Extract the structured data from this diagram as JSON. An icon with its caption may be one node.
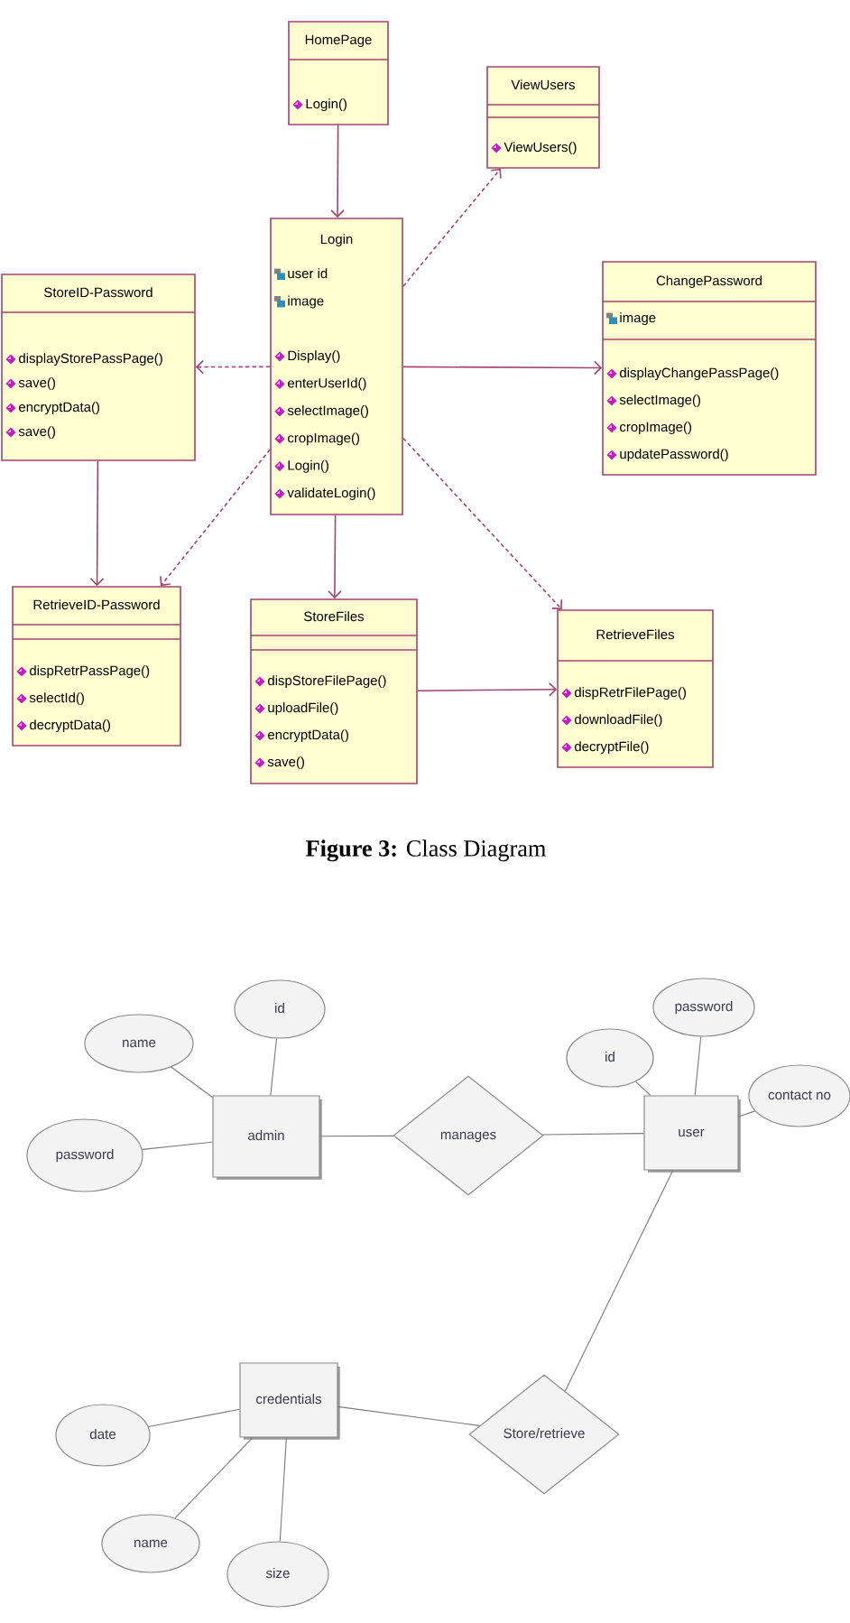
{
  "diagram": {
    "caption": "**Figure 3:** Class Diagram",
    "nodes": [
      {
        "text": [
          "HomePage",
          "Login()"
        ]
      },
      {
        "text": [
          "ViewUsers",
          "ViewUsers()"
        ]
      },
      {
        "text": [
          "Login",
          "user id",
          "image",
          "Display()",
          "enterUserId()",
          "selectImage()",
          "cropImage()",
          "Login()",
          "validateLogin()"
        ]
      },
      {
        "text": [
          "StoreID-Password",
          "displayStorePassPage()",
          "save()",
          "encryptData()",
          "save()"
        ]
      },
      {
        "text": [
          "ChangePassword",
          "image",
          "displayChangePassPage()",
          "selectImage()",
          "cropImage()",
          "updatePassword()"
        ]
      },
      {
        "text": [
          "RetrieveID-Password",
          "dispRetrPassPage()",
          "selectId()",
          "decryptData()"
        ]
      },
      {
        "text": [
          "StoreFiles",
          "dispStoreFilePage()",
          "uploadFile()",
          "encryptData()",
          "save()"
        ]
      },
      {
        "text": [
          "RetrieveFiles",
          "dispRetrFilePage()",
          "downloadFile()",
          "decryptFile()"
        ]
      },
      {
        "text": [
          "name"
        ]
      },
      {
        "text": [
          "id"
        ]
      },
      {
        "text": [
          "password"
        ]
      },
      {
        "text": [
          "admin"
        ]
      },
      {
        "text": [
          "manages"
        ]
      },
      {
        "text": [
          "id"
        ]
      },
      {
        "text": [
          "password"
        ]
      },
      {
        "text": [
          "contact no"
        ]
      },
      {
        "text": [
          "user"
        ]
      },
      {
        "text": [
          "credentials"
        ]
      },
      {
        "text": [
          "Store/retrieve"
        ]
      },
      {
        "text": [
          "date"
        ]
      },
      {
        "text": [
          "name"
        ]
      },
      {
        "text": [
          "size"
        ]
      }
    ],
    "edges": [
      {
        "from": 0,
        "to": 2,
        "arrow": "to",
        "color": "#a0456e"
      },
      {
        "from": 2,
        "to": 1,
        "arrow": "to",
        "style": "dashed",
        "color": "#a0456e"
      },
      {
        "from": 2,
        "to": 3,
        "arrow": "to",
        "style": "dashed",
        "color": "#a0456e"
      },
      {
        "from": 2,
        "to": 4,
        "arrow": "to",
        "color": "#a0456e"
      },
      {
        "from": 3,
        "to": 5,
        "arrow": "to",
        "color": "#a0456e"
      },
      {
        "from": 2,
        "to": 5,
        "arrow": "to",
        "style": "dashed",
        "color": "#a0456e"
      },
      {
        "from": 2,
        "to": 6,
        "arrow": "to",
        "color": "#a0456e"
      },
      {
        "from": 2,
        "to": 7,
        "arrow": "to",
        "style": "dashed",
        "color": "#a0456e"
      },
      {
        "from": 6,
        "to": 7,
        "arrow": "to",
        "color": "#a0456e"
      },
      {
        "from": 8,
        "to": 11,
        "arrow": "none"
      },
      {
        "from": 9,
        "to": 11,
        "arrow": "none"
      },
      {
        "from": 10,
        "to": 11,
        "arrow": "none"
      },
      {
        "from": 11,
        "to": 12,
        "arrow": "none"
      },
      {
        "from": 12,
        "to": 16,
        "arrow": "none"
      },
      {
        "from": 13,
        "to": 16,
        "arrow": "none"
      },
      {
        "from": 14,
        "to": 16,
        "arrow": "none"
      },
      {
        "from": 15,
        "to": 16,
        "arrow": "none"
      },
      {
        "from": 16,
        "to": 18,
        "arrow": "none"
      },
      {
        "from": 17,
        "to": 18,
        "arrow": "none"
      },
      {
        "from": 19,
        "to": 17,
        "arrow": "none"
      },
      {
        "from": 20,
        "to": 17,
        "arrow": "none"
      },
      {
        "from": 21,
        "to": 17,
        "arrow": "none"
      }
    ]
  }
}
